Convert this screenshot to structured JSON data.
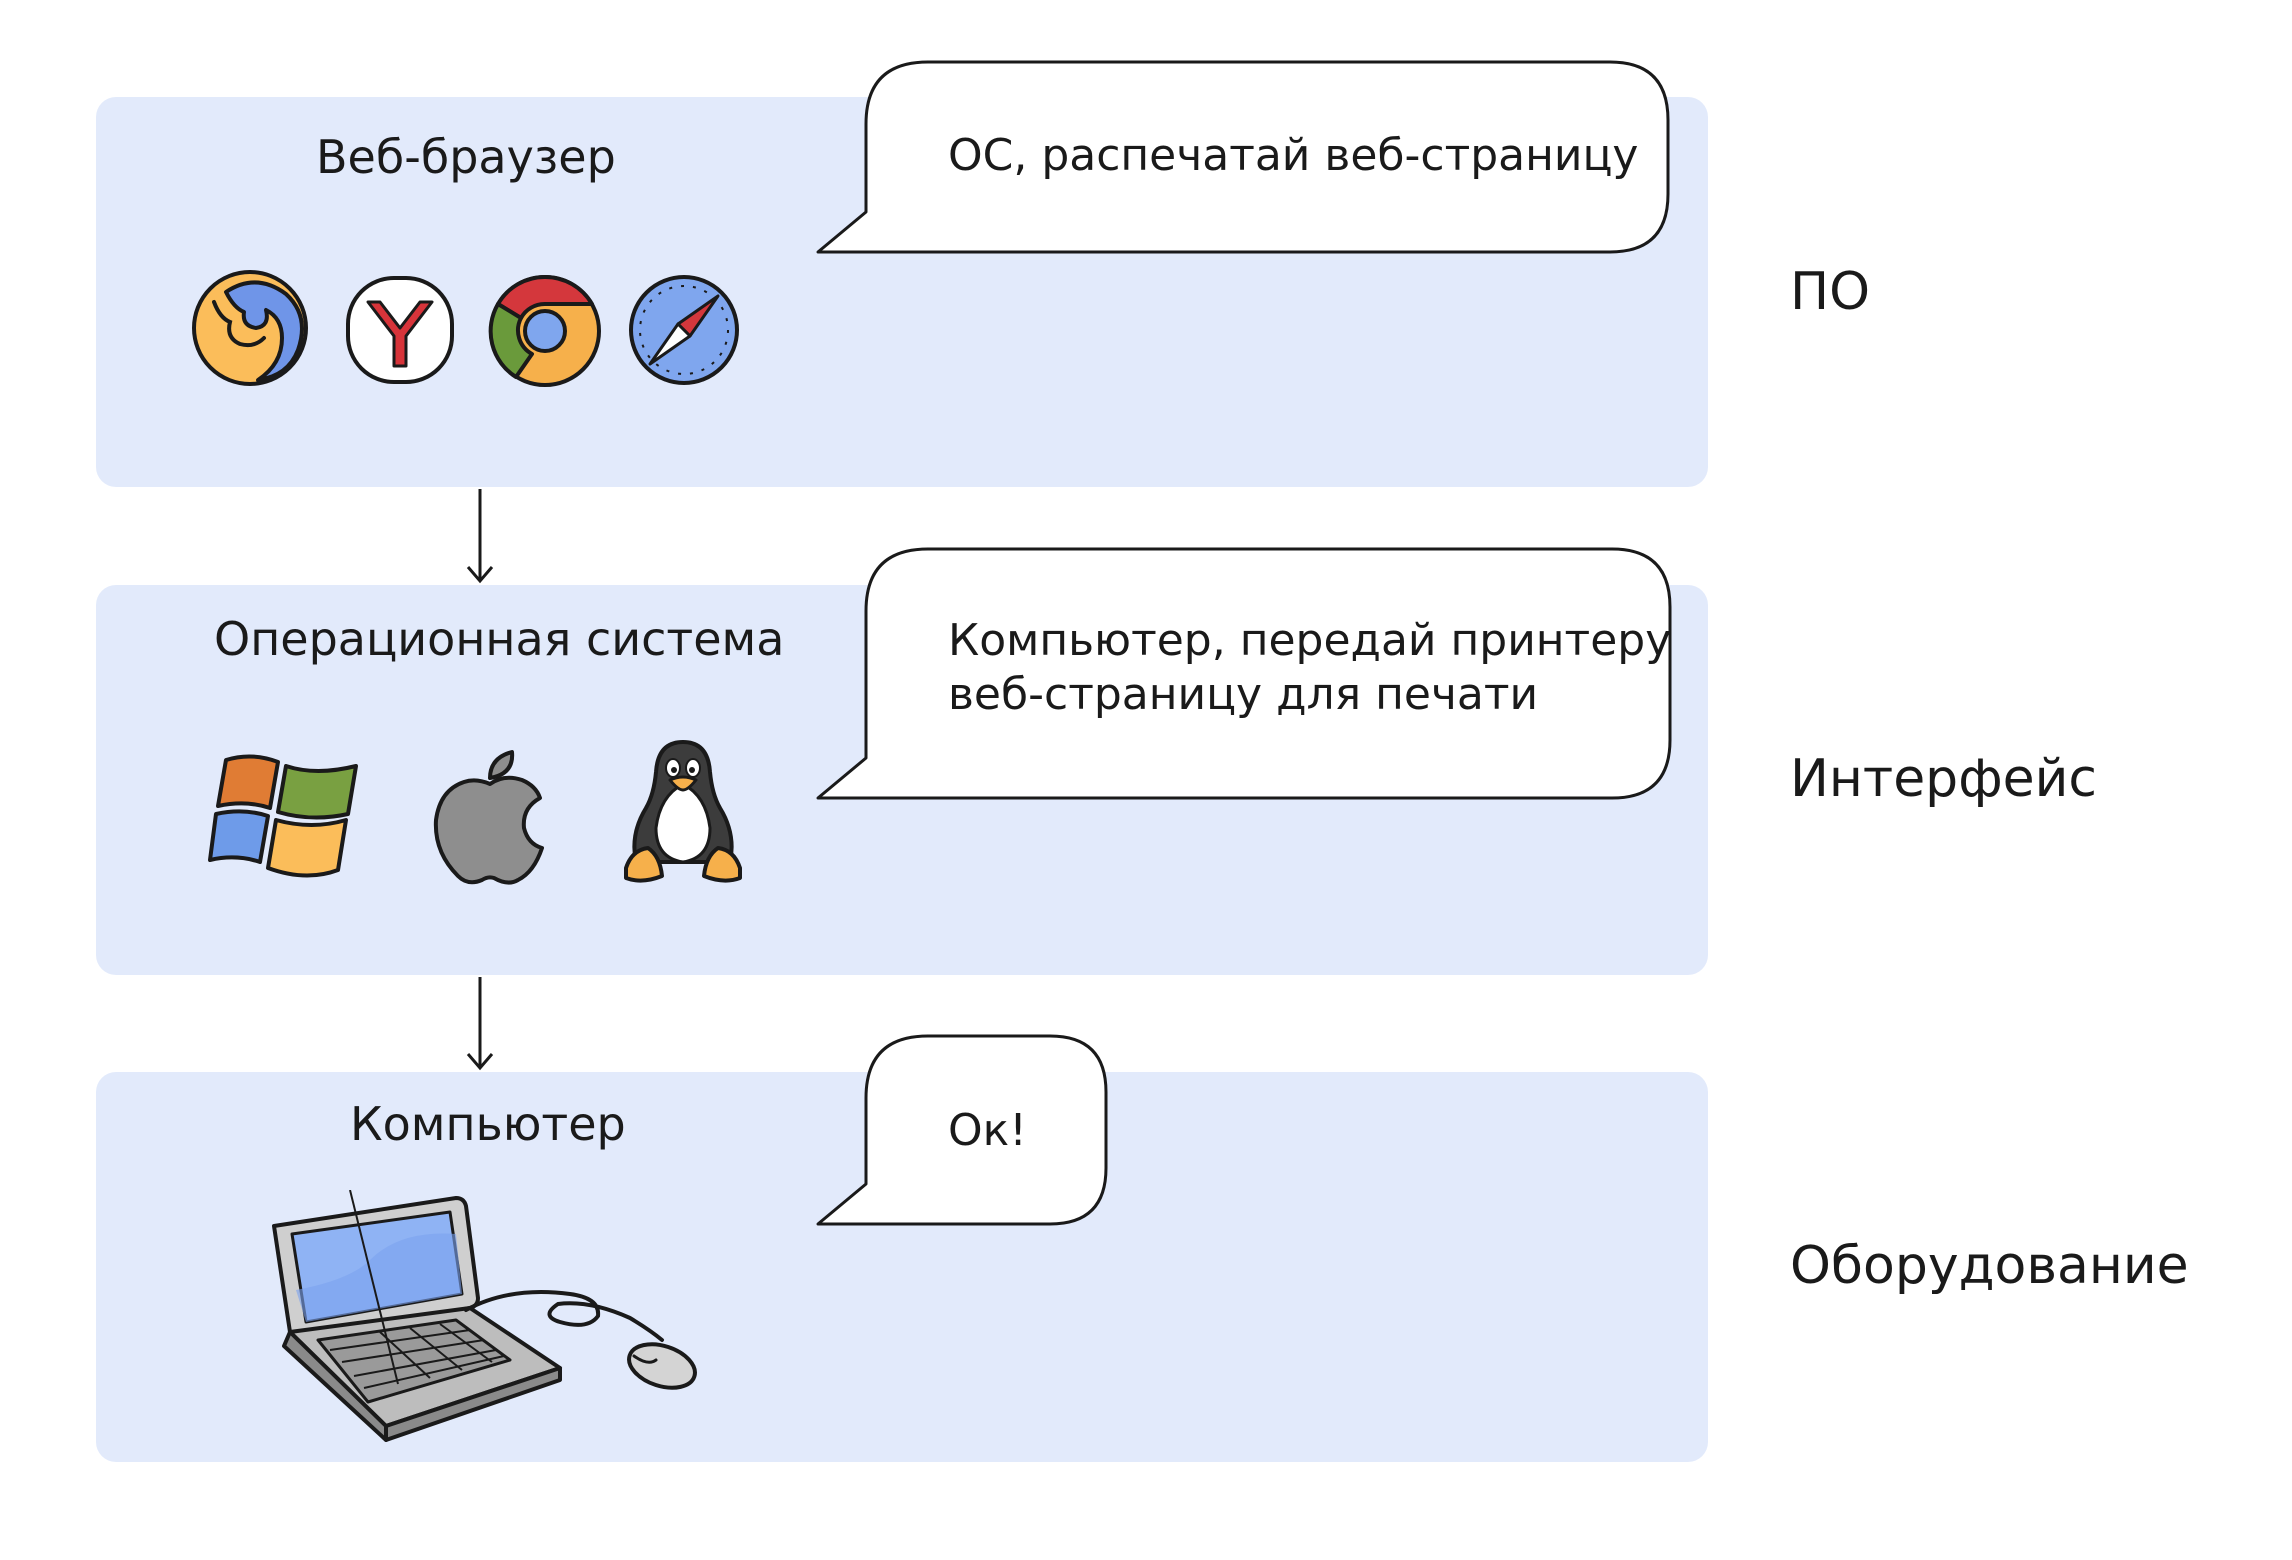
{
  "layers": {
    "software": {
      "title": "Веб-браузер",
      "label": "ПО",
      "message": "ОС, распечатай веб-страницу",
      "icons": [
        "firefox-icon",
        "yandex-browser-icon",
        "chrome-icon",
        "safari-icon"
      ]
    },
    "os": {
      "title": "Операционная система",
      "label": "Интерфейс",
      "message_line1": "Компьютер, передай принтеру",
      "message_line2": "веб-страницу для печати",
      "icons": [
        "windows-icon",
        "apple-icon",
        "linux-tux-icon"
      ]
    },
    "hardware": {
      "title": "Компьютер",
      "label": "Оборудование",
      "message": "Ок!",
      "icons": [
        "laptop-icon",
        "mouse-icon"
      ]
    }
  },
  "colors": {
    "panel": "#e2eafb",
    "firefox_orange": "#fbbd5a",
    "firefox_blue": "#6f95e8",
    "yandex_red": "#d7343a",
    "chrome_red": "#d4373c",
    "chrome_green": "#6a9a3b",
    "chrome_yellow": "#f6b04b",
    "safari_blue": "#7fa6ee",
    "windows_orange": "#e07c34",
    "windows_green": "#79a041",
    "windows_blue": "#6e9be9",
    "windows_yellow": "#fbbd5a",
    "apple_gray": "#8e8e8e",
    "tux_orange": "#f6b04b",
    "laptop_screen": "#8fb3f4"
  }
}
